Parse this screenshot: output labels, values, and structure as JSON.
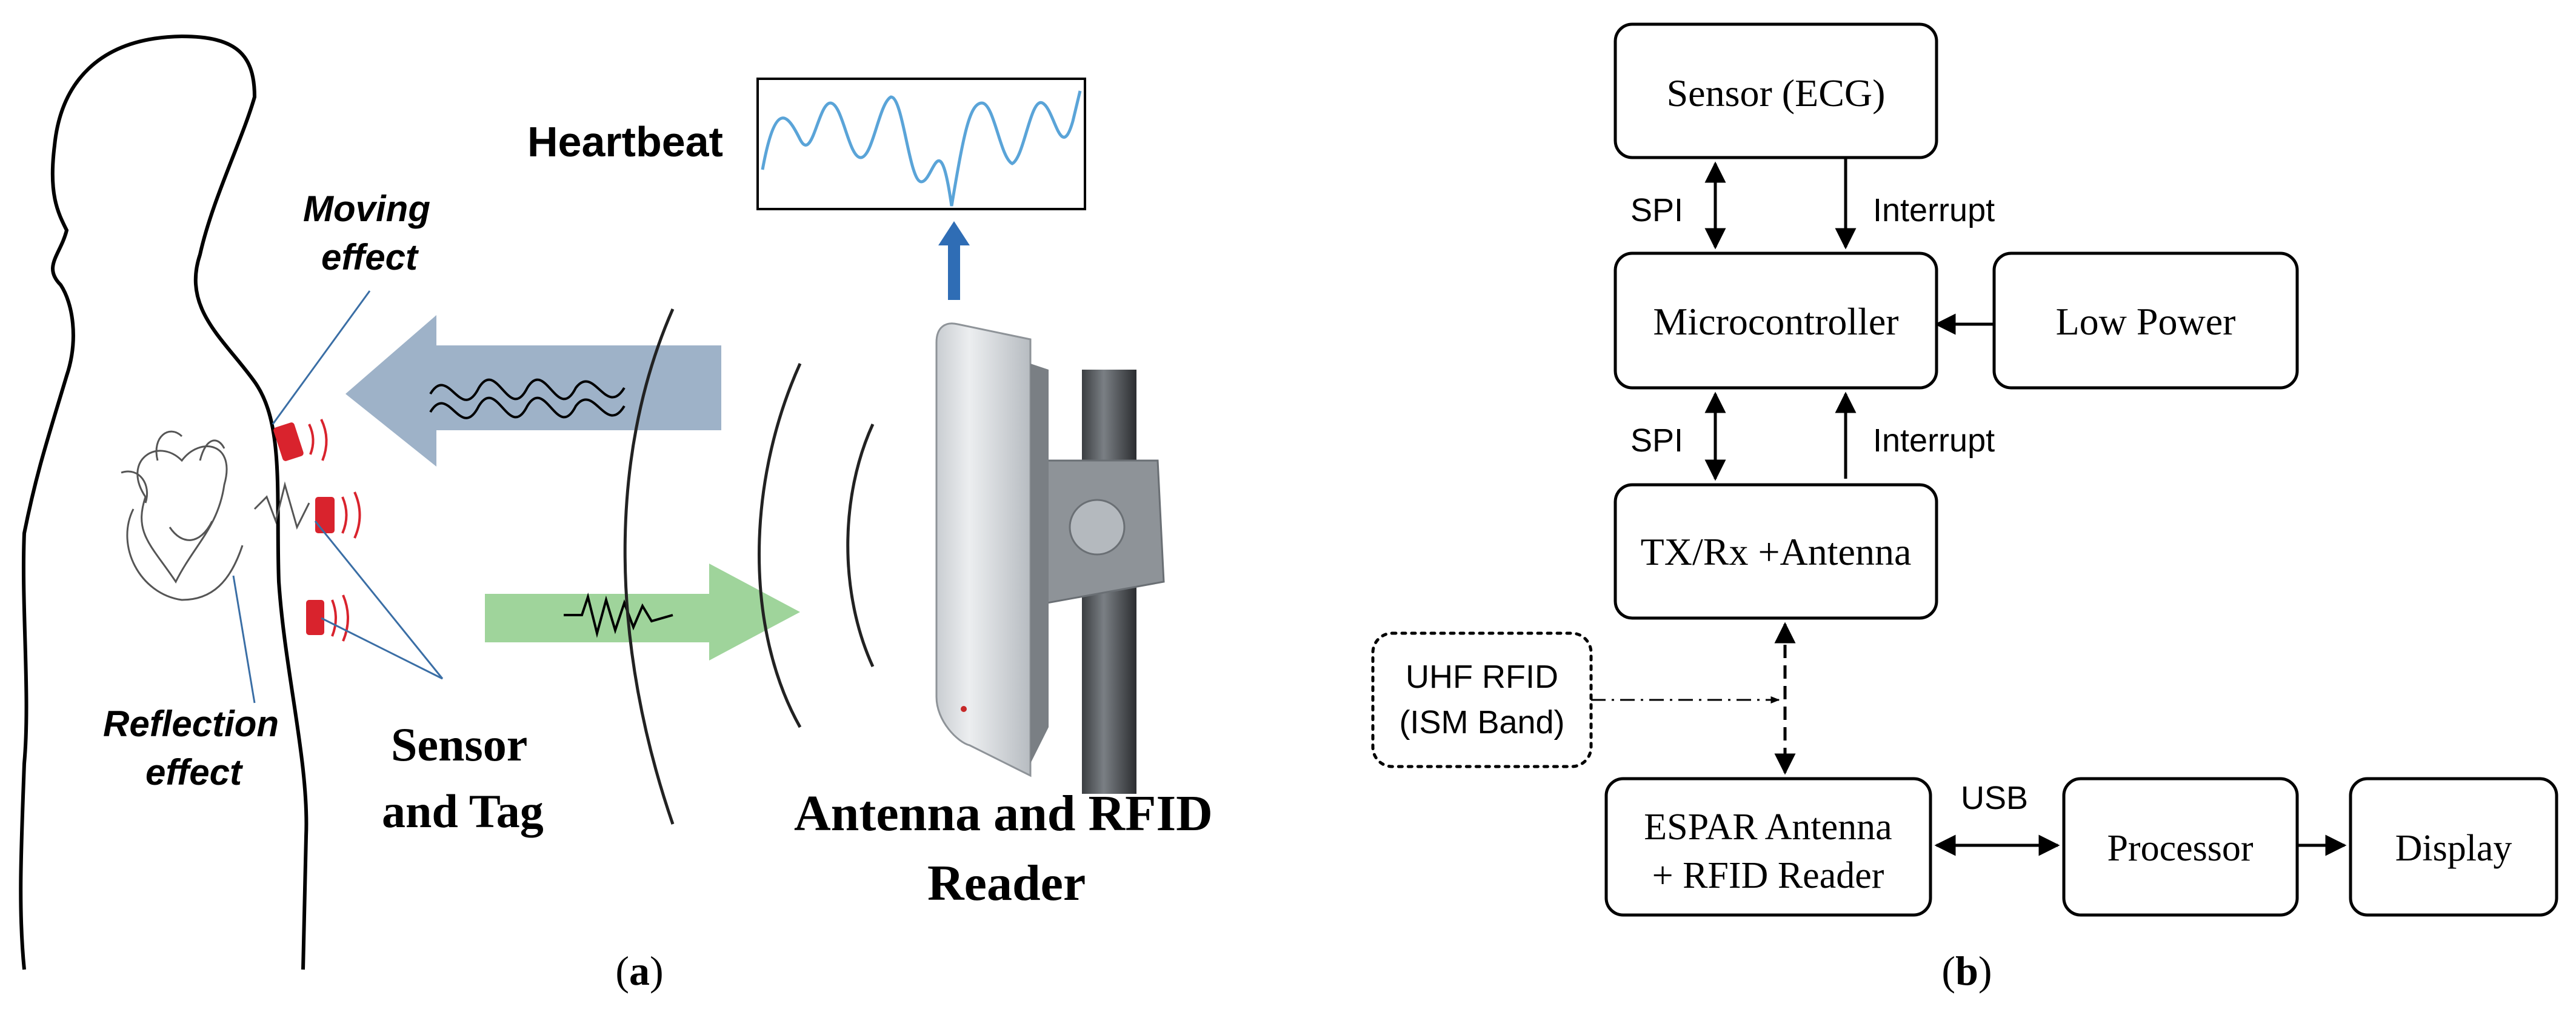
{
  "panel_a": {
    "label_heartbeat": "Heartbeat",
    "label_moving_effect_line1": "Moving",
    "label_moving_effect_line2": "effect",
    "label_reflection_effect_line1": "Reflection",
    "label_reflection_effect_line2": "effect",
    "label_sensor_tag_line1": "Sensor",
    "label_sensor_tag_line2": "and Tag",
    "label_antenna_reader_line1": "Antenna and RFID",
    "label_antenna_reader_line2": "Reader",
    "caption_letter": "a",
    "colors": {
      "tag_red": "#d9232d",
      "uplink_arrow": "#9eb2c8",
      "downlink_arrow": "#9fd49b",
      "heartbeat_wave": "#5aa4d8",
      "up_arrow": "#2f6db5"
    }
  },
  "panel_b": {
    "blocks": {
      "sensor": "Sensor (ECG)",
      "microcontroller": "Microcontroller",
      "low_power": "Low Power",
      "txrx_line1": "TX/Rx +Antenna",
      "uhf_line1": "UHF RFID",
      "uhf_line2": "(ISM Band)",
      "espar_line1": "ESPAR Antenna",
      "espar_line2": "+ RFID Reader",
      "processor": "Processor",
      "display": "Display"
    },
    "edge_labels": {
      "spi_1": "SPI",
      "interrupt_1": "Interrupt",
      "spi_2": "SPI",
      "interrupt_2": "Interrupt",
      "usb": "USB"
    },
    "caption_letter": "b"
  },
  "captions": {
    "open": "(",
    "close": ")"
  }
}
